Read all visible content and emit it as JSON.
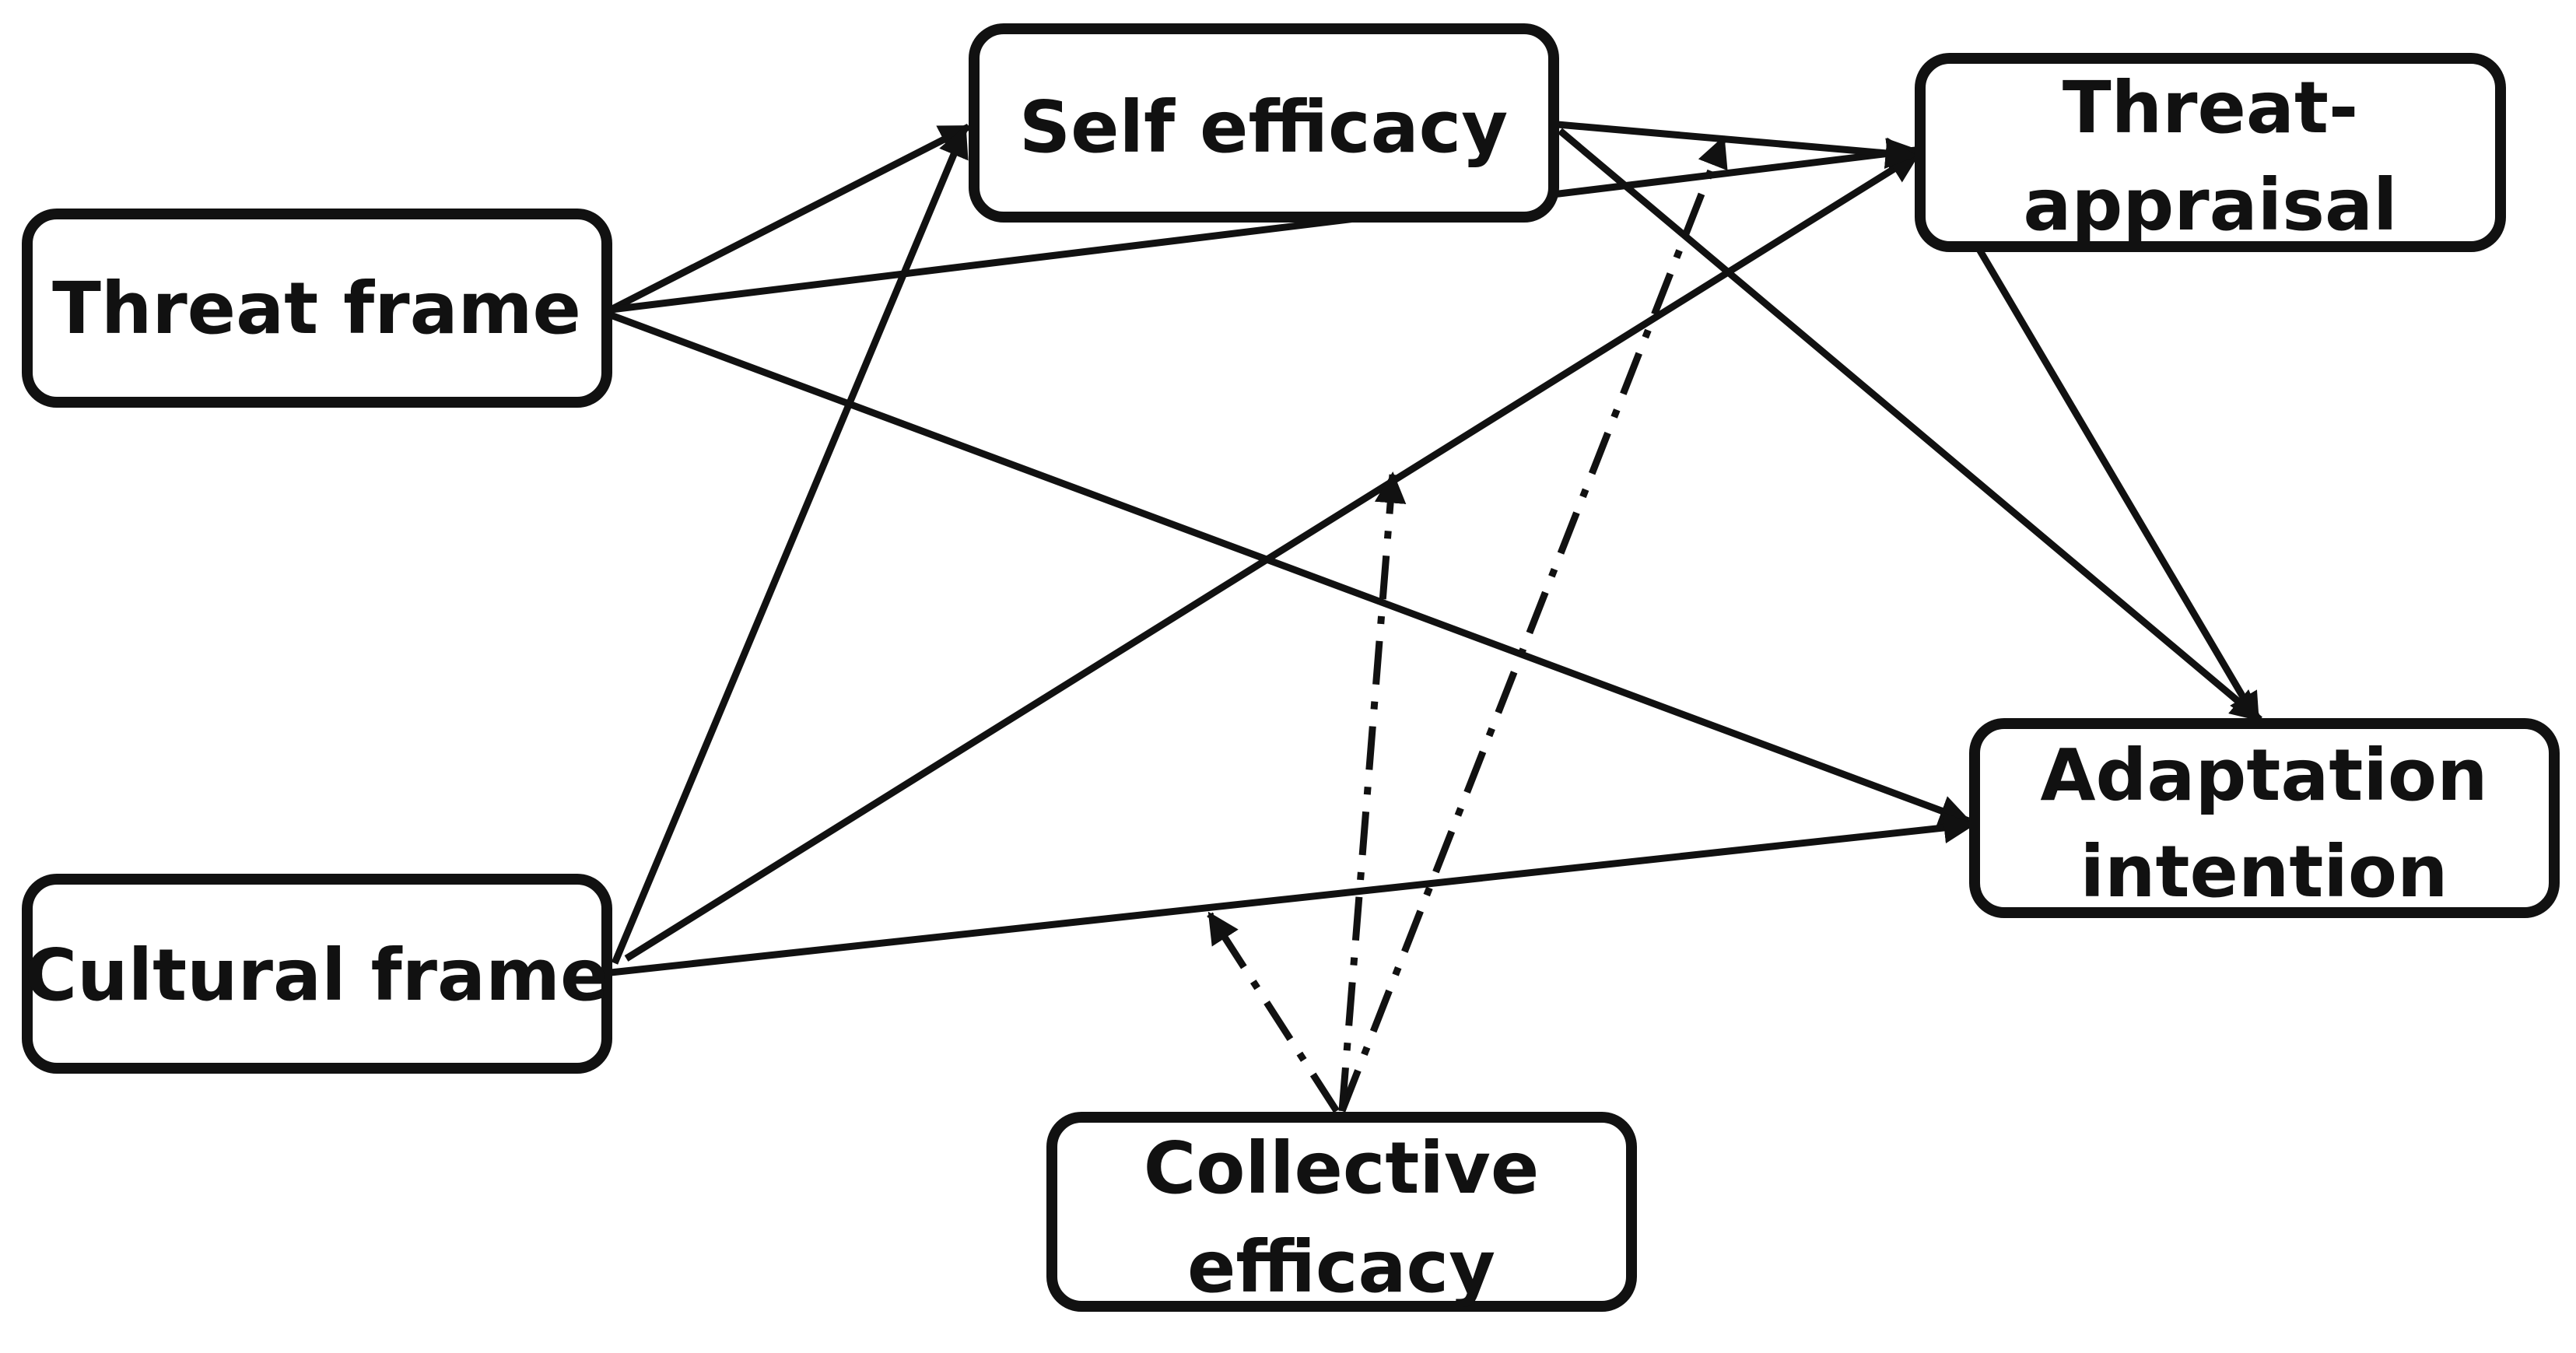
{
  "nodes": {
    "threat_frame": {
      "label": "Threat frame"
    },
    "cultural_frame": {
      "label": "Cultural frame"
    },
    "self_efficacy": {
      "label": "Self efficacy"
    },
    "threat_appraisal": {
      "lines": [
        "Threat-",
        "appraisal"
      ]
    },
    "adaptation_intention": {
      "lines": [
        "Adaptation",
        "intention"
      ]
    },
    "collective_efficacy": {
      "lines": [
        "Collective",
        "efficacy"
      ]
    }
  },
  "edges": [
    {
      "from": "threat_frame",
      "to": "self_efficacy",
      "style": "solid"
    },
    {
      "from": "threat_frame",
      "to": "threat_appraisal",
      "style": "solid"
    },
    {
      "from": "threat_frame",
      "to": "adaptation_intention",
      "style": "solid"
    },
    {
      "from": "cultural_frame",
      "to": "self_efficacy",
      "style": "solid"
    },
    {
      "from": "cultural_frame",
      "to": "threat_appraisal",
      "style": "solid"
    },
    {
      "from": "cultural_frame",
      "to": "adaptation_intention",
      "style": "solid"
    },
    {
      "from": "self_efficacy",
      "to": "threat_appraisal",
      "style": "solid"
    },
    {
      "from": "self_efficacy",
      "to": "adaptation_intention",
      "style": "solid"
    },
    {
      "from": "threat_appraisal",
      "to": "adaptation_intention",
      "style": "solid"
    },
    {
      "from": "collective_efficacy",
      "to": "edge:self_efficacy-threat_appraisal",
      "style": "dash-dot",
      "role": "moderation"
    },
    {
      "from": "collective_efficacy",
      "to": "edge:cultural_frame-threat_appraisal",
      "style": "dash-dot",
      "role": "moderation"
    },
    {
      "from": "collective_efficacy",
      "to": "edge:cultural_frame-adaptation_intention",
      "style": "dash-dot",
      "role": "moderation"
    }
  ],
  "colors": {
    "stroke": "#111111",
    "background": "#ffffff"
  }
}
